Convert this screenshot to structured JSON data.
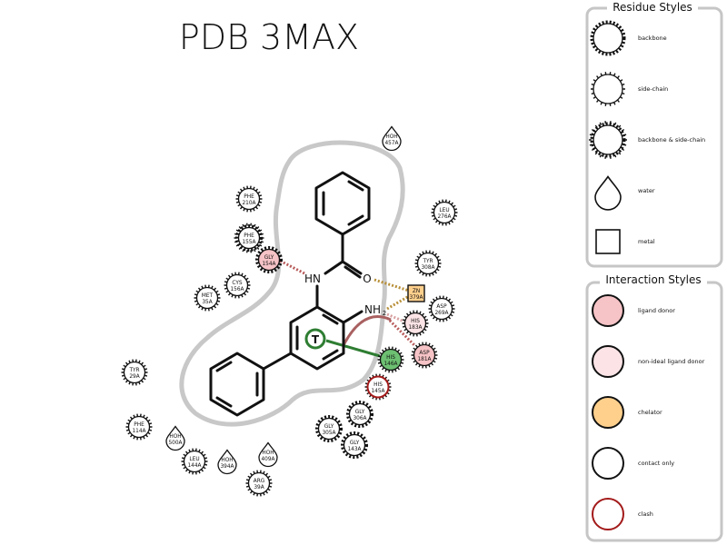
{
  "title": "PDB 3MAX",
  "atoms": {
    "nh": "HN",
    "o": "O",
    "nh2": "NH",
    "nh2_sub": "2",
    "tag": "T"
  },
  "residue_styles": {
    "title": "Residue Styles",
    "items": [
      {
        "label": "backbone",
        "style": "backbone"
      },
      {
        "label": "side-chain",
        "style": "sidechain"
      },
      {
        "label": "backbone & side-chain",
        "style": "both"
      },
      {
        "label": "water",
        "style": "water"
      },
      {
        "label": "metal",
        "style": "metal"
      }
    ]
  },
  "interaction_styles": {
    "title": "Interaction Styles",
    "items": [
      {
        "label": "ligand donor",
        "fill": "#f6c3c6",
        "stroke": "#111111"
      },
      {
        "label": "non-ideal ligand donor",
        "fill": "#fce4e6",
        "stroke": "#111111"
      },
      {
        "label": "chelator",
        "fill": "#ffd08c",
        "stroke": "#111111"
      },
      {
        "label": "contact only",
        "fill": "#ffffff",
        "stroke": "#111111"
      },
      {
        "label": "clash",
        "fill": "#ffffff",
        "stroke": "#a31a1a"
      }
    ]
  },
  "residues": [
    {
      "name": "PHE",
      "num": "210A",
      "style": "sidechain",
      "fill": "#ffffff"
    },
    {
      "name": "PHE",
      "num": "155A",
      "style": "both",
      "fill": "#ffffff"
    },
    {
      "name": "GLY",
      "num": "154A",
      "style": "backbone",
      "fill": "#f6c3c6"
    },
    {
      "name": "CYS",
      "num": "156A",
      "style": "sidechain",
      "fill": "#ffffff"
    },
    {
      "name": "MET",
      "num": "35A",
      "style": "sidechain",
      "fill": "#ffffff"
    },
    {
      "name": "LEU",
      "num": "276A",
      "style": "sidechain",
      "fill": "#ffffff"
    },
    {
      "name": "TYR",
      "num": "308A",
      "style": "sidechain",
      "fill": "#ffffff"
    },
    {
      "name": "ASP",
      "num": "269A",
      "style": "sidechain",
      "fill": "#ffffff"
    },
    {
      "name": "HIS",
      "num": "183A",
      "style": "sidechain",
      "fill": "#fce4e6"
    },
    {
      "name": "ASP",
      "num": "181A",
      "style": "sidechain",
      "fill": "#f6c3c6"
    },
    {
      "name": "HIS",
      "num": "146A",
      "style": "sidechain",
      "fill": "#6dbf72"
    },
    {
      "name": "HIS",
      "num": "145A",
      "style": "sidechain",
      "fill": "#ffffff",
      "stroke": "#a31a1a"
    },
    {
      "name": "GLY",
      "num": "306A",
      "style": "backbone",
      "fill": "#ffffff"
    },
    {
      "name": "GLY",
      "num": "305A",
      "style": "backbone",
      "fill": "#ffffff"
    },
    {
      "name": "GLY",
      "num": "143A",
      "style": "backbone",
      "fill": "#ffffff"
    },
    {
      "name": "TYR",
      "num": "29A",
      "style": "sidechain",
      "fill": "#ffffff"
    },
    {
      "name": "PHE",
      "num": "114A",
      "style": "sidechain",
      "fill": "#ffffff"
    },
    {
      "name": "LEU",
      "num": "144A",
      "style": "sidechain",
      "fill": "#ffffff"
    },
    {
      "name": "ARG",
      "num": "39A",
      "style": "sidechain",
      "fill": "#ffffff"
    }
  ],
  "waters": [
    {
      "name": "HOH",
      "num": "457A"
    },
    {
      "name": "HOH",
      "num": "500A"
    },
    {
      "name": "HOH",
      "num": "394A"
    },
    {
      "name": "HOH",
      "num": "409A"
    }
  ],
  "metal": {
    "name": "ZN",
    "num": "379A",
    "fill": "#ffd08c"
  }
}
